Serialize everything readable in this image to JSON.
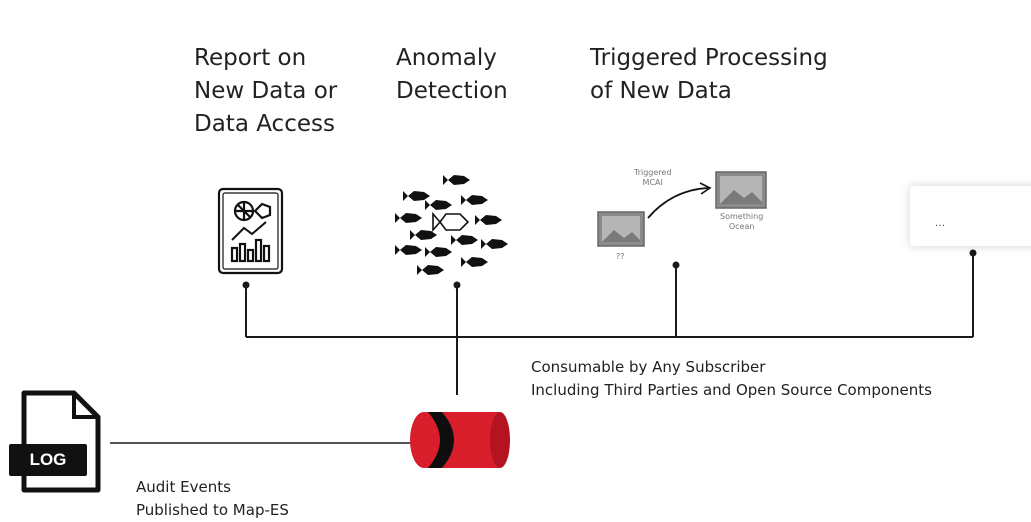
{
  "headings": {
    "report_line1": "Report on",
    "report_line2": "New Data or",
    "report_line3": "Data Access",
    "anomaly_line1": "Anomaly",
    "anomaly_line2": "Detection",
    "triggered_line1": "Triggered Processing",
    "triggered_line2": "of New Data"
  },
  "processing_flow": {
    "arrow_label_line1": "Triggered",
    "arrow_label_line2": "MCAI",
    "source_label": "??",
    "target_label_line1": "Something",
    "target_label_line2": "Ocean"
  },
  "ellipsis_box": {
    "label": "..."
  },
  "subscriber_note": {
    "line1": "Consumable by Any Subscriber",
    "line2": "Including Third Parties and Open Source Components"
  },
  "log_icon": {
    "label": "LOG"
  },
  "audit_caption": {
    "line1": "Audit Events",
    "line2": "Published to Map-ES"
  },
  "colors": {
    "stream_red": "#d81e2a",
    "stream_band": "#0e0e0e",
    "line": "#1a1a1a"
  },
  "icons": {
    "report": "report-dashboard-icon",
    "anomaly": "fish-school-anomaly-icon",
    "log": "log-file-icon",
    "stream": "event-stream-cylinder-icon"
  }
}
